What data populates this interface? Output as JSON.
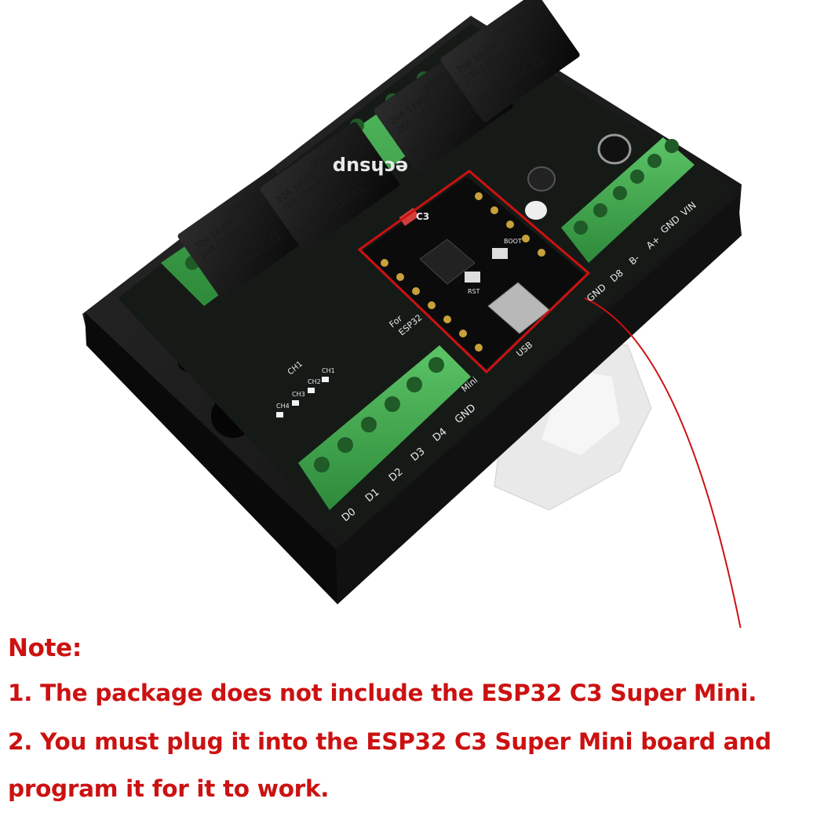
{
  "photo": {
    "relays": [
      {
        "brand": "SONGLE",
        "model": "SRA-12VDC-CL",
        "rating1": "20A 14VDC",
        "rating2": "20A 125VAC"
      },
      {
        "brand": "SONGLE",
        "model": "SRA-12VDC-CL",
        "rating1": "20A 14VDC",
        "rating2": "20A 125VAC"
      },
      {
        "brand": "SONGLE",
        "model": "SRA-12VDC-CL",
        "rating1": "20A 14VDC",
        "rating2": "20A 125VAC"
      },
      {
        "brand": "SONGLE",
        "model": "SRA-12VDC-CL",
        "rating1": "20A 14VDC",
        "rating2": "20A 125VAC"
      }
    ],
    "bottom_terminals": [
      "D0",
      "D1",
      "D2",
      "D3",
      "D4",
      "GND"
    ],
    "right_terminals": [
      "GND",
      "D8",
      "B-",
      "A+",
      "GND",
      "VIN"
    ],
    "module_label": "C3",
    "module_buttons": [
      "RST",
      "BOOT"
    ],
    "board_text": {
      "brand": "echsup",
      "for_label": "For",
      "esp_label": "ESP32",
      "mini_label": "Mini",
      "usb_label": "USB",
      "ch_label": "CH1",
      "ch_leds": [
        "CH4",
        "CH3",
        "CH2",
        "CH1"
      ]
    },
    "colors": {
      "case": "#141414",
      "pcb": "#161a17",
      "terminal": "#3aa648",
      "highlight": "#cc1111"
    }
  },
  "note": {
    "title": "Note:",
    "line1": "1. The package does not include the ESP32 C3 Super Mini.",
    "line2": "2. You must plug it into the ESP32 C3 Super Mini board and",
    "line3": "program it for it to work."
  }
}
